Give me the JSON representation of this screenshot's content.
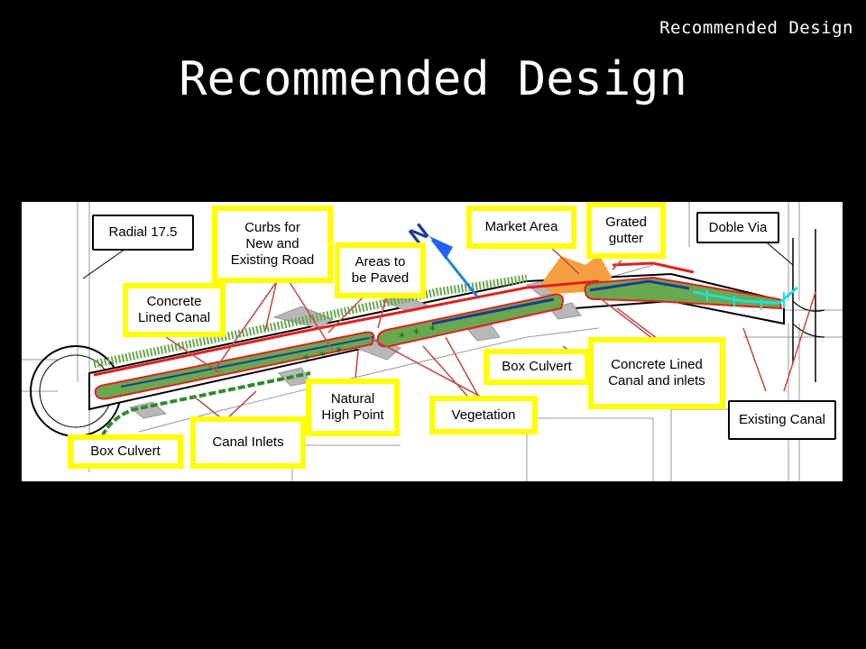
{
  "header": {
    "corner_title": "Recommended Design",
    "slide_title": "Recommended Design"
  },
  "map": {
    "north_letter": "N",
    "colors": {
      "canal": "#6aa84f",
      "curb": "#e02020",
      "pipe": "#1f3a93",
      "existing_canal": "#20e0e0",
      "paved": "#b8b8b8",
      "market": "#f4a040",
      "label_border": "#ffff00",
      "arrow": "#c0504d"
    },
    "labels": {
      "radial": "Radial 17.5",
      "curbs": "Curbs for\nNew and\nExisting Road",
      "areas_paved": "Areas to\nbe Paved",
      "market_area": "Market Area",
      "grated_gutter": "Grated\ngutter",
      "doble_via": "Doble Via",
      "concrete_lined_canal": "Concrete\nLined Canal",
      "box_culvert_mid": "Box Culvert",
      "concrete_lined_inlets": "Concrete Lined\nCanal and inlets",
      "natural_high_point": "Natural\nHigh Point",
      "vegetation": "Vegetation",
      "existing_canal": "Existing Canal",
      "canal_inlets": "Canal Inlets",
      "box_culvert_left": "Box Culvert"
    }
  }
}
